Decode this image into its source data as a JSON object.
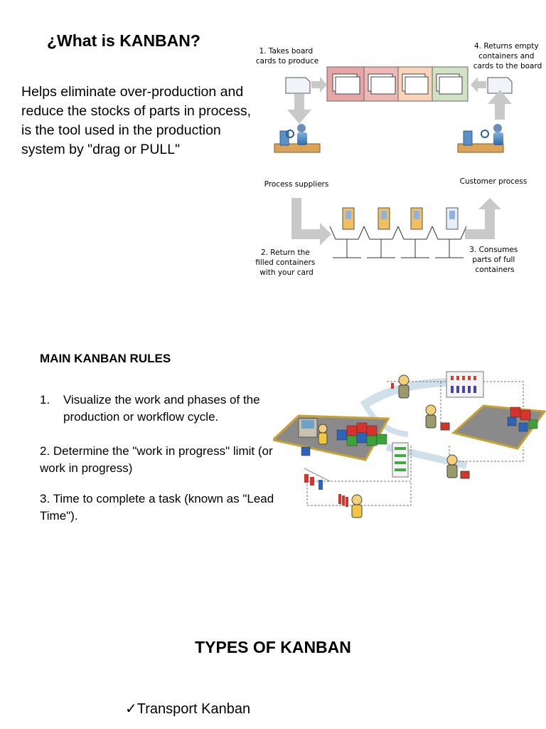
{
  "title": "¿What is KANBAN?",
  "intro": "Helps eliminate over-production and reduce the stocks of parts in process, is the tool used in the production system by \"drag or PULL\"",
  "diagram1": {
    "step1": [
      "1. Takes board",
      "cards to produce"
    ],
    "step4": [
      "4. Returns empty",
      "containers and",
      "cards to the board"
    ],
    "process_suppliers": "Process suppliers",
    "customer_process": "Customer process",
    "step2": [
      "2. Return the",
      "filled containers",
      "with your card"
    ],
    "step3": [
      "3. Consumes",
      "parts of full",
      "containers"
    ],
    "colors": {
      "board_red": "#e8a5a5",
      "board_pink": "#f0b7b7",
      "board_peach": "#fbd3b8",
      "board_green": "#cfe3c4",
      "arrow": "#c9c9c9"
    }
  },
  "rules": {
    "heading": "MAIN KANBAN RULES",
    "rule1_num": "1.",
    "rule1": "Visualize the work and phases of the production or workflow cycle.",
    "rule2": "2. Determine the \"work in progress\" limit (or work in progress)",
    "rule3": "3. Time to complete a task (known as \"Lead Time\")."
  },
  "types": {
    "heading": "TYPES OF KANBAN",
    "check_icon": "✓",
    "item1": "Transport Kanban"
  }
}
